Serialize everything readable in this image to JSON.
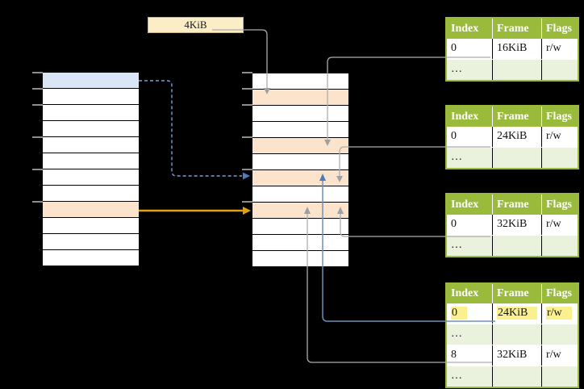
{
  "page_size_label": {
    "text": "4KiB"
  },
  "colors": {
    "green": "#9ABA3C",
    "green_light": "#EAF1DC",
    "peach": "#FCE4CC",
    "blue_row": "#DAE6F5",
    "yellow": "#FAF08D",
    "cream": "#FBEEC6",
    "cream_border": "#C9B283",
    "line_gray": "#ACACAC",
    "head_gray": "#9FA0A6",
    "line_blue": "#6E8FC0",
    "head_blue": "#4F7AC0",
    "line_blue_dashed": "#7CA0D3",
    "line_orange": "#DFA013",
    "tick_gray": "#8C8C8C"
  },
  "left_column": {
    "rows": 12,
    "blue_rows": [
      0
    ],
    "peach_rows": [
      8
    ]
  },
  "middle_column": {
    "rows": 12,
    "blue_rows": [],
    "peach_rows": [
      1,
      4,
      6,
      8
    ]
  },
  "page_tables": [
    {
      "headers": [
        "Index",
        "Frame",
        "Flags"
      ],
      "rows": [
        {
          "cells": [
            "0",
            "16KiB",
            "r/w"
          ],
          "shaded": false,
          "highlight": false
        },
        {
          "cells": [
            "…",
            "",
            ""
          ],
          "shaded": true,
          "highlight": false
        }
      ]
    },
    {
      "headers": [
        "Index",
        "Frame",
        "Flags"
      ],
      "rows": [
        {
          "cells": [
            "0",
            "24KiB",
            "r/w"
          ],
          "shaded": false,
          "highlight": false
        },
        {
          "cells": [
            "…",
            "",
            ""
          ],
          "shaded": true,
          "highlight": false
        }
      ]
    },
    {
      "headers": [
        "Index",
        "Frame",
        "Flags"
      ],
      "rows": [
        {
          "cells": [
            "0",
            "32KiB",
            "r/w"
          ],
          "shaded": false,
          "highlight": false
        },
        {
          "cells": [
            "…",
            "",
            ""
          ],
          "shaded": true,
          "highlight": false
        }
      ]
    },
    {
      "headers": [
        "Index",
        "Frame",
        "Flags"
      ],
      "rows": [
        {
          "cells": [
            "0",
            "24KiB",
            "r/w"
          ],
          "shaded": false,
          "highlight": true
        },
        {
          "cells": [
            "…",
            "",
            ""
          ],
          "shaded": true,
          "highlight": false
        },
        {
          "cells": [
            "8",
            "32KiB",
            "r/w"
          ],
          "shaded": false,
          "highlight": false
        },
        {
          "cells": [
            "…",
            "",
            ""
          ],
          "shaded": true,
          "highlight": false
        }
      ]
    }
  ]
}
